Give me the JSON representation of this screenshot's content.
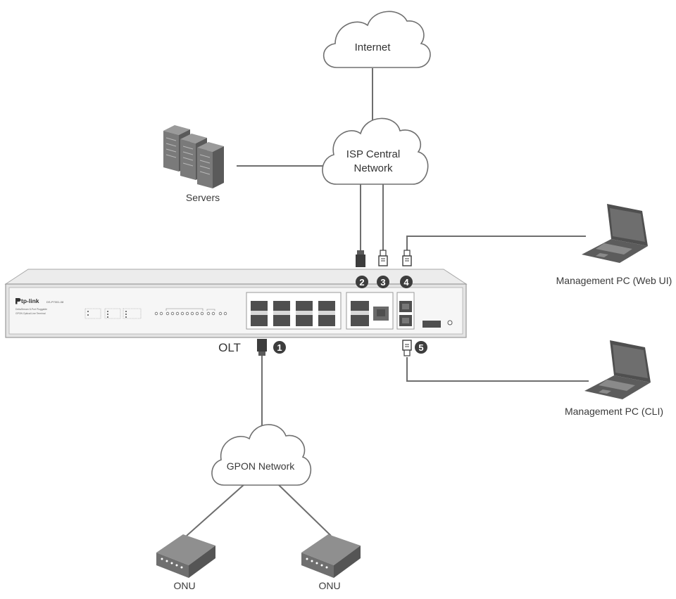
{
  "colors": {
    "line": "#6e6e6e",
    "cloud_stroke": "#707070",
    "device_dark": "#4f4f4f",
    "badge_fill": "#3d3d3d",
    "onu_top": "#8f8f8f",
    "onu_side": "#6f6f6f"
  },
  "clouds": {
    "internet": "Internet",
    "isp_line1": "ISP Central",
    "isp_line2": "Network",
    "gpon": "GPON Network"
  },
  "nodes": {
    "servers": "Servers",
    "olt": "OLT",
    "mgmt_web": "Management PC (Web UI)",
    "mgmt_cli": "Management PC (CLI)",
    "onu_left": "ONU",
    "onu_right": "ONU"
  },
  "badges": [
    "1",
    "2",
    "3",
    "4",
    "5"
  ],
  "device": {
    "brand": "tp-link",
    "model": "DS-P7001-08",
    "desc_line1": "DeltaStream 8-Port Pluggable",
    "desc_line2": "GPON Optical Line Terminal"
  },
  "icons": [
    "cloud-icon",
    "server-rack-icon",
    "laptop-icon",
    "onu-device-icon",
    "olt-device-icon",
    "rj45-connector-icon",
    "sfp-connector-icon",
    "tp-link-logo-icon"
  ]
}
